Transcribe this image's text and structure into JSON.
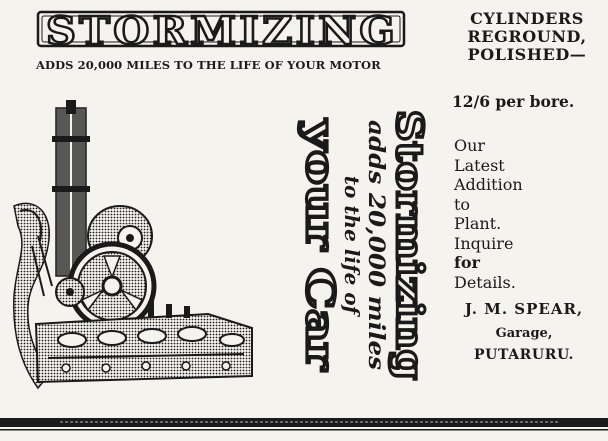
{
  "logo": {
    "text": "STORMIZING",
    "tagline": "ADDS 20,000 MILES TO THE LIFE OF YOUR MOTOR"
  },
  "right_column": {
    "heading_lines": [
      "CYLINDERS",
      "REGROUND,",
      "POLISHED—"
    ],
    "price": "12/6 per bore.",
    "offer_lines": [
      "Our",
      "Latest",
      "Addition",
      "to",
      "Plant.",
      "Inquire",
      "for",
      "Details."
    ],
    "dealer": {
      "name": "J. M. SPEAR,",
      "garage": "Garage,",
      "town": "PUTARURU."
    }
  },
  "slogan": {
    "line1": "Stormizing",
    "line2": "adds 20,000 miles",
    "line3": "to the life of",
    "line4": "your Car"
  },
  "colors": {
    "ink": "#1a1a1a",
    "paper": "#f4f3ee"
  },
  "icons": {
    "illustration": "cylinder-grinding-machine",
    "logo": "stormizing-wordmark"
  }
}
